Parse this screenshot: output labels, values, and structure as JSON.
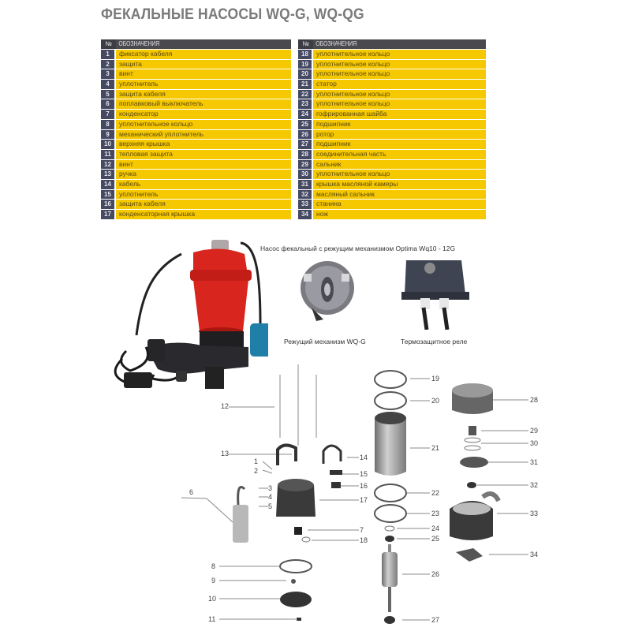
{
  "title": "ФЕКАЛЬНЫЕ НАСОСЫ WQ-G, WQ-QG",
  "table": {
    "header_no": "№",
    "header_label": "ОБОЗНАЧЕНИЯ",
    "left_rows": [
      {
        "no": "1",
        "label": "фиксатор кабеля"
      },
      {
        "no": "2",
        "label": "защита"
      },
      {
        "no": "3",
        "label": "винт"
      },
      {
        "no": "4",
        "label": "уплотнитель"
      },
      {
        "no": "5",
        "label": "защита кабеля"
      },
      {
        "no": "6",
        "label": "поплавковый выключатель"
      },
      {
        "no": "7",
        "label": "конденсатор"
      },
      {
        "no": "8",
        "label": "уплотнительное кольцо"
      },
      {
        "no": "9",
        "label": "механический уплотнитель"
      },
      {
        "no": "10",
        "label": "верхняя крышка"
      },
      {
        "no": "11",
        "label": "тепловая защита"
      },
      {
        "no": "12",
        "label": "винт"
      },
      {
        "no": "13",
        "label": "ручка"
      },
      {
        "no": "14",
        "label": "кабель"
      },
      {
        "no": "15",
        "label": "уплотнитель"
      },
      {
        "no": "16",
        "label": "защита кабеля"
      },
      {
        "no": "17",
        "label": "конденсаторная крышка"
      }
    ],
    "right_rows": [
      {
        "no": "18",
        "label": "уплотнительное кольцо"
      },
      {
        "no": "19",
        "label": "уплотнительное кольцо"
      },
      {
        "no": "20",
        "label": "уплотнительное кольцо"
      },
      {
        "no": "21",
        "label": "статор"
      },
      {
        "no": "22",
        "label": "уплотнительное кольцо"
      },
      {
        "no": "23",
        "label": "уплотнительное кольцо"
      },
      {
        "no": "24",
        "label": "гофрированная шайба"
      },
      {
        "no": "25",
        "label": "подшипник"
      },
      {
        "no": "26",
        "label": "ротор"
      },
      {
        "no": "27",
        "label": "подшипник"
      },
      {
        "no": "28",
        "label": "соединительная часть"
      },
      {
        "no": "29",
        "label": "сальник"
      },
      {
        "no": "30",
        "label": "уплотнительное кольцо"
      },
      {
        "no": "31",
        "label": "крышка масляной камеры"
      },
      {
        "no": "32",
        "label": "масляный сальник"
      },
      {
        "no": "33",
        "label": "станина"
      },
      {
        "no": "34",
        "label": "нож"
      }
    ]
  },
  "product": {
    "caption": "Насос фекальный с режущим механизмом Optima Wq10 - 12G",
    "cutter_caption": "Режущий механизм WQ-G",
    "relay_caption": "Термозащитное реле"
  },
  "diagram_labels": {
    "l1": "1",
    "l2": "2",
    "l3": "3",
    "l4": "4",
    "l5": "5",
    "l6": "6",
    "l7": "7",
    "l8": "8",
    "l9": "9",
    "l10": "10",
    "l11": "11",
    "l12": "12",
    "l13": "13",
    "l14": "14",
    "l15": "15",
    "l16": "16",
    "l17": "17",
    "l18": "18",
    "l19": "19",
    "l20": "20",
    "l21": "21",
    "l22": "22",
    "l23": "23",
    "l24": "24",
    "l25": "25",
    "l26": "26",
    "l27": "27",
    "l28": "28",
    "l29": "29",
    "l30": "30",
    "l31": "31",
    "l32": "32",
    "l33": "33",
    "l34": "34"
  },
  "colors": {
    "row_yellow": "#f6c800",
    "number_cell": "#454a62",
    "header": "#4a4a4e",
    "pump_red": "#d8261e",
    "float_blue": "#1f7fa8"
  }
}
